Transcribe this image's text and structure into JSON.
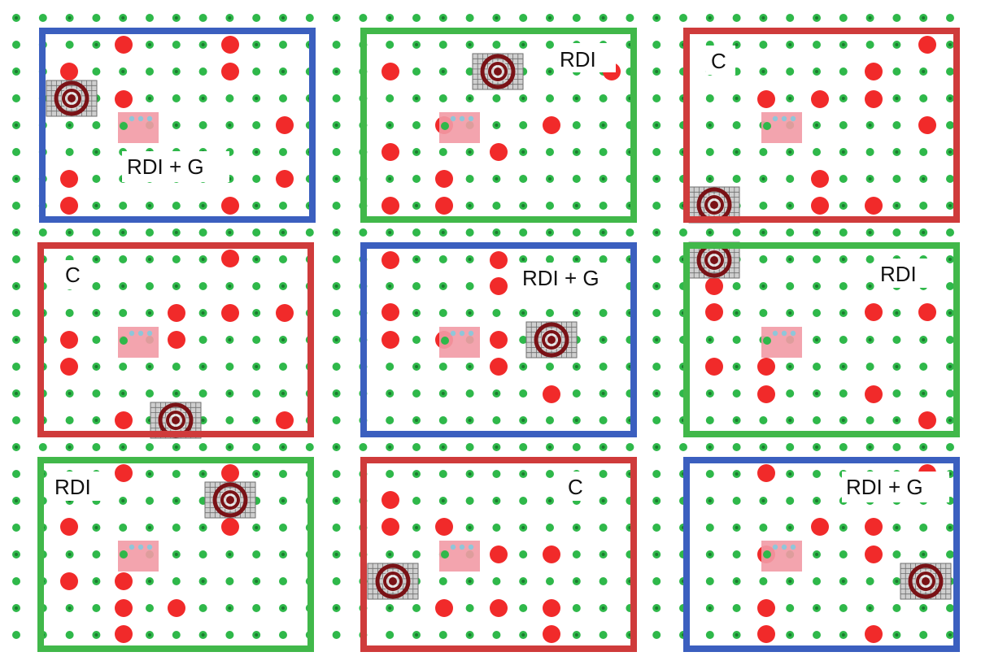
{
  "colors": {
    "background": "#ffffff",
    "grid_dot": "#2fb84a",
    "grid_dot_dark": "#1d7a31",
    "red_dot": "#f12a2a",
    "blue": "#3b5fbf",
    "green": "#41b84a",
    "red": "#cf3b3b",
    "pink": "#f29aa5",
    "pink_dot": "#8fc6d9",
    "target_ring": "#7a1216",
    "target_grid": "#6e6e6e"
  },
  "icons": [
    "target-icon",
    "grid-patch-icon",
    "pink-marker-icon"
  ],
  "panels": [
    {
      "border": "blue",
      "label": "RDI + G",
      "label_pos": "center"
    },
    {
      "border": "green",
      "label": "RDI",
      "label_pos": "top-right"
    },
    {
      "border": "red",
      "label": "C",
      "label_pos": "top-left"
    },
    {
      "border": "red",
      "label": "C",
      "label_pos": "top-left"
    },
    {
      "border": "blue",
      "label": "RDI + G",
      "label_pos": "top-right"
    },
    {
      "border": "green",
      "label": "RDI",
      "label_pos": "top-right"
    },
    {
      "border": "green",
      "label": "RDI",
      "label_pos": "top-left"
    },
    {
      "border": "red",
      "label": "C",
      "label_pos": "top-right"
    },
    {
      "border": "blue",
      "label": "RDI + G",
      "label_pos": "top-right"
    }
  ]
}
